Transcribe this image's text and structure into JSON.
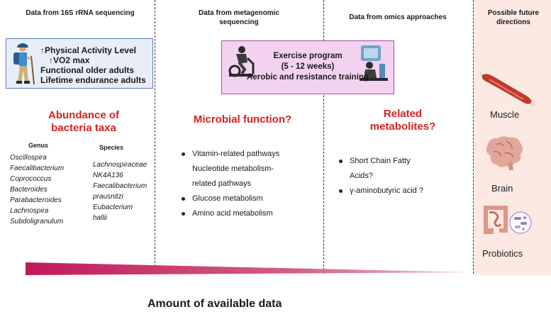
{
  "columns": {
    "col1_header": "Data from 16S rRNA sequencing",
    "col2_header": "Data from metagenomic sequencing",
    "col3_header": "Data from omics approaches",
    "col4_header": "Possible future directions"
  },
  "box1": {
    "lines": [
      "↑Physical Activity Level",
      "↑VO2 max",
      "Functional older adults",
      "Lifetime endurance adults"
    ]
  },
  "box2": {
    "lines": [
      "Exercise program",
      "(5 - 12 weeks)",
      "Aerobic and resistance training"
    ]
  },
  "col1": {
    "title_line1": "Abundance of",
    "title_line2": "bacteria taxa",
    "genus_header": "Genus",
    "genus": [
      "Oscillospira",
      "Faecalibacterium",
      "Coprococcus",
      "Bacteroides",
      "Parabacteroides",
      "Lachnospira",
      "Subdoligranulum"
    ],
    "species_header": "Species",
    "species": [
      "Lachnospiraceae",
      "NK4A136",
      "Faecalibacterium",
      "prausnitzi",
      "Eubacterium",
      "hallii"
    ]
  },
  "col2": {
    "title": "Microbial function?",
    "b1": "Vitamin-related pathways",
    "b1_cont1": "Nucleotide metabolism-",
    "b1_cont2": "related pathways",
    "b2": "Glucose metabolism",
    "b3": "Amino acid metabolism"
  },
  "col3": {
    "title_line1": "Related",
    "title_line2": "metabolites?",
    "b1": "Short Chain Fatty",
    "b1_cont": "Acids?",
    "b2": "γ-aminobutyric acid ?"
  },
  "future": {
    "muscle": "Muscle",
    "brain": "Brain",
    "probiotics": "Probiotics"
  },
  "bottom_title": "Amount of available data",
  "colors": {
    "accent_red": "#d71f1f",
    "wedge": "#c2185b",
    "box_blue_bg": "#e8eef8",
    "box_pink_bg": "#f2d2ef",
    "future_bg": "#fbe9e2"
  },
  "icons": [
    "hiker-icon",
    "cyclist-icon",
    "leg-press-icon",
    "muscle-icon",
    "brain-icon",
    "intestine-icon",
    "bacteria-icon"
  ]
}
